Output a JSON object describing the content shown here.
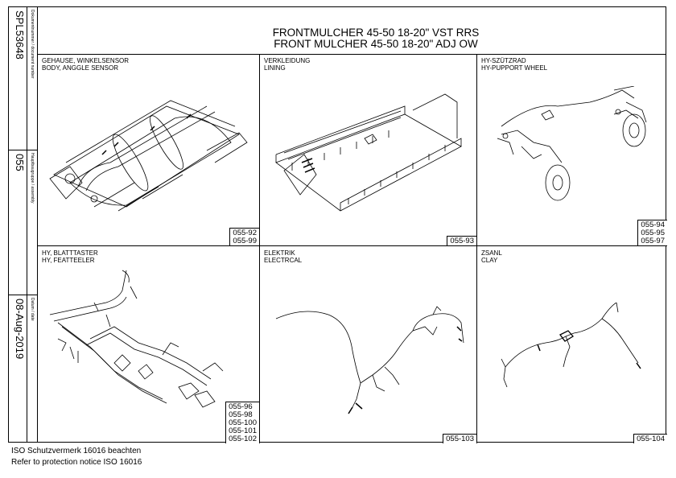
{
  "sidebar": {
    "document_number": "SPL53648",
    "document_number_label": "Dokumentnummer / document number",
    "assembly": "055",
    "assembly_label": "Hauptbaugruppe / assembly",
    "date": "08-Aug-2019",
    "date_label": "Datum / date"
  },
  "title": {
    "line1": "FRONTMULCHER 45-50 18-20\" VST RRS",
    "line2": "FRONT MULCHER 45-50 18-20\" ADJ OW"
  },
  "cells": [
    {
      "label1": "GEHAUSE, WINKELSENSOR",
      "label2": "BODY, ANGGLE SENSOR",
      "numbers": [
        "055-92",
        "055-99"
      ]
    },
    {
      "label1": "VERKLEIDUNG",
      "label2": "LINING",
      "numbers": [
        "055-93"
      ]
    },
    {
      "label1": "HY-SZÜTZRAD",
      "label2": "HY-PUPPORT WHEEL",
      "numbers": [
        "055-94",
        "055-95",
        "055-97"
      ]
    },
    {
      "label1": "HY, BLATTTASTER",
      "label2": "HY, FEATTEELER",
      "numbers": [
        "055-96",
        "055-98",
        "055-100",
        "055-101",
        "055-102"
      ]
    },
    {
      "label1": "ELEKTRIK",
      "label2": "ELECTRCAL",
      "numbers": [
        "055-103"
      ]
    },
    {
      "label1": "ZSANL",
      "label2": "CLAY",
      "numbers": [
        "055-104"
      ]
    }
  ],
  "footer": {
    "line1": "ISO Schutzvermerk 16016 beachten",
    "line2": "Refer to protection notice ISO 16016"
  }
}
